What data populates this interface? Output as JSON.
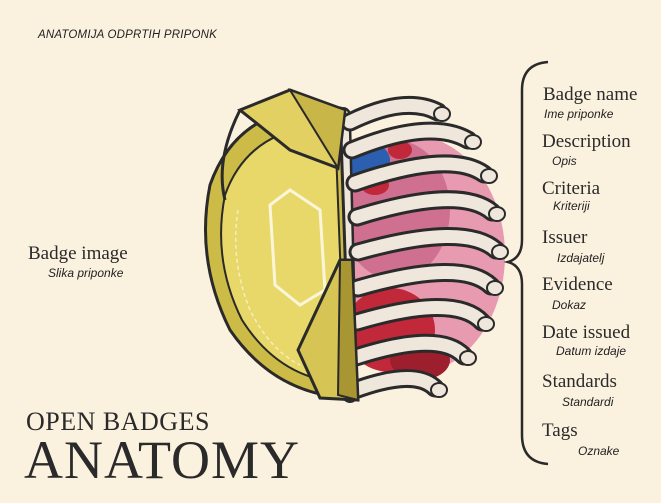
{
  "header": {
    "subtitle": "ANATOMIJA ODPRTIH PRIPONK"
  },
  "title": {
    "line1": "OPEN BADGES",
    "line2": "ANATOMY"
  },
  "left_label": {
    "name": "Badge image",
    "translation": "Slika priponke"
  },
  "right_labels": [
    {
      "name": "Badge name",
      "translation": "Ime priponke"
    },
    {
      "name": "Description",
      "translation": "Opis"
    },
    {
      "name": "Criteria",
      "translation": "Kriteriji"
    },
    {
      "name": "Issuer",
      "translation": "Izdajatelj"
    },
    {
      "name": "Evidence",
      "translation": "Dokaz"
    },
    {
      "name": "Date issued",
      "translation": "Datum izdaje"
    },
    {
      "name": "Standards",
      "translation": "Standardi"
    },
    {
      "name": "Tags",
      "translation": "Oznake"
    }
  ],
  "colors": {
    "background": "#fbf1df",
    "shell_gold": "#e2d062",
    "shell_dark": "#a89632",
    "ribs": "#efe7dc",
    "organ_pink": "#e79ab0",
    "organ_red": "#c1283a",
    "organ_blue": "#2c5fb0"
  }
}
